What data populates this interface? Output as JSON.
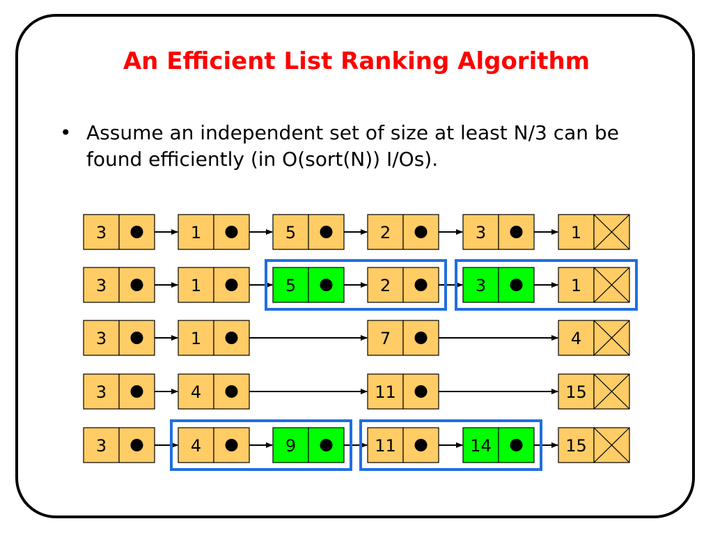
{
  "slide": {
    "title": "An Efficient List Ranking Algorithm",
    "bullets": [
      {
        "marker": "•",
        "text": "Assume an independent set of size at least N/3 can be found efficiently (in O(sort(N)) I/Os)."
      }
    ]
  },
  "colors": {
    "title": "#ff0000",
    "node_fill": "#ffcc66",
    "highlight_fill": "#00ff00",
    "group_border": "#1f6fe0",
    "frame_border": "#000000"
  },
  "lists": [
    {
      "nodes": [
        {
          "value": "3",
          "col": 0,
          "highlight": false
        },
        {
          "value": "1",
          "col": 1,
          "highlight": false
        },
        {
          "value": "5",
          "col": 2,
          "highlight": false
        },
        {
          "value": "2",
          "col": 3,
          "highlight": false
        },
        {
          "value": "3",
          "col": 4,
          "highlight": false
        },
        {
          "value": "1",
          "col": 5,
          "highlight": false
        }
      ],
      "groups": []
    },
    {
      "nodes": [
        {
          "value": "3",
          "col": 0,
          "highlight": false
        },
        {
          "value": "1",
          "col": 1,
          "highlight": false
        },
        {
          "value": "5",
          "col": 2,
          "highlight": true
        },
        {
          "value": "2",
          "col": 3,
          "highlight": false
        },
        {
          "value": "3",
          "col": 4,
          "highlight": true
        },
        {
          "value": "1",
          "col": 5,
          "highlight": false
        }
      ],
      "groups": [
        [
          2,
          3
        ],
        [
          4,
          5
        ]
      ]
    },
    {
      "nodes": [
        {
          "value": "3",
          "col": 0,
          "highlight": false
        },
        {
          "value": "1",
          "col": 1,
          "highlight": false
        },
        {
          "value": "7",
          "col": 3,
          "highlight": false
        },
        {
          "value": "4",
          "col": 5,
          "highlight": false
        }
      ],
      "groups": []
    },
    {
      "nodes": [
        {
          "value": "3",
          "col": 0,
          "highlight": false
        },
        {
          "value": "4",
          "col": 1,
          "highlight": false
        },
        {
          "value": "11",
          "col": 3,
          "highlight": false
        },
        {
          "value": "15",
          "col": 5,
          "highlight": false
        }
      ],
      "groups": []
    },
    {
      "nodes": [
        {
          "value": "3",
          "col": 0,
          "highlight": false
        },
        {
          "value": "4",
          "col": 1,
          "highlight": false
        },
        {
          "value": "9",
          "col": 2,
          "highlight": true
        },
        {
          "value": "11",
          "col": 3,
          "highlight": false
        },
        {
          "value": "14",
          "col": 4,
          "highlight": true
        },
        {
          "value": "15",
          "col": 5,
          "highlight": false
        }
      ],
      "groups": [
        [
          1,
          2
        ],
        [
          3,
          4
        ]
      ]
    }
  ]
}
